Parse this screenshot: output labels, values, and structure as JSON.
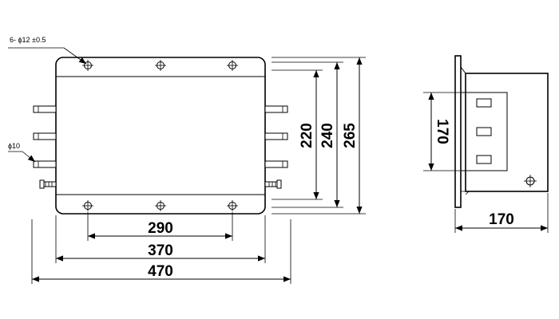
{
  "front_view": {
    "dim_width_holes": "290",
    "dim_width_body": "370",
    "dim_width_total": "470",
    "dim_height_inner": "220",
    "dim_height_body": "240",
    "dim_height_total": "265",
    "label_mount_holes": "6- ϕ12  ±0.5",
    "label_terminal_dia": "ϕ10"
  },
  "side_view": {
    "dim_height": "170",
    "dim_depth": "170"
  }
}
